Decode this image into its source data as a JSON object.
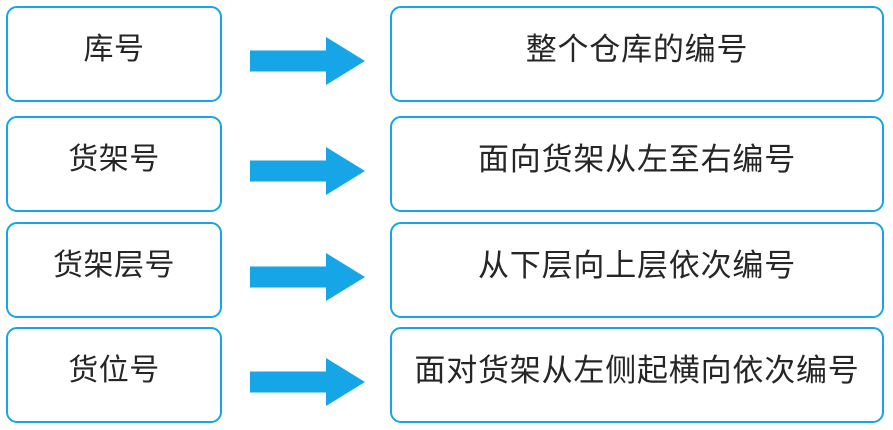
{
  "diagram": {
    "type": "mapping-flow",
    "title": "",
    "accent_color": "#16a5e7",
    "text_color": "#262626",
    "background_color": "#ffffff",
    "arrow_icon_name": "right-block-arrow-icon",
    "rows": [
      {
        "term": "库号",
        "definition": "整个仓库的编号",
        "arrow": "→"
      },
      {
        "term": "货架号",
        "definition": "面向货架从左至右编号",
        "arrow": "→"
      },
      {
        "term": "货架层号",
        "definition": "从下层向上层依次编号",
        "arrow": "→"
      },
      {
        "term": "货位号",
        "definition": "面对货架从左侧起横向依次编号",
        "arrow": "→"
      }
    ]
  }
}
